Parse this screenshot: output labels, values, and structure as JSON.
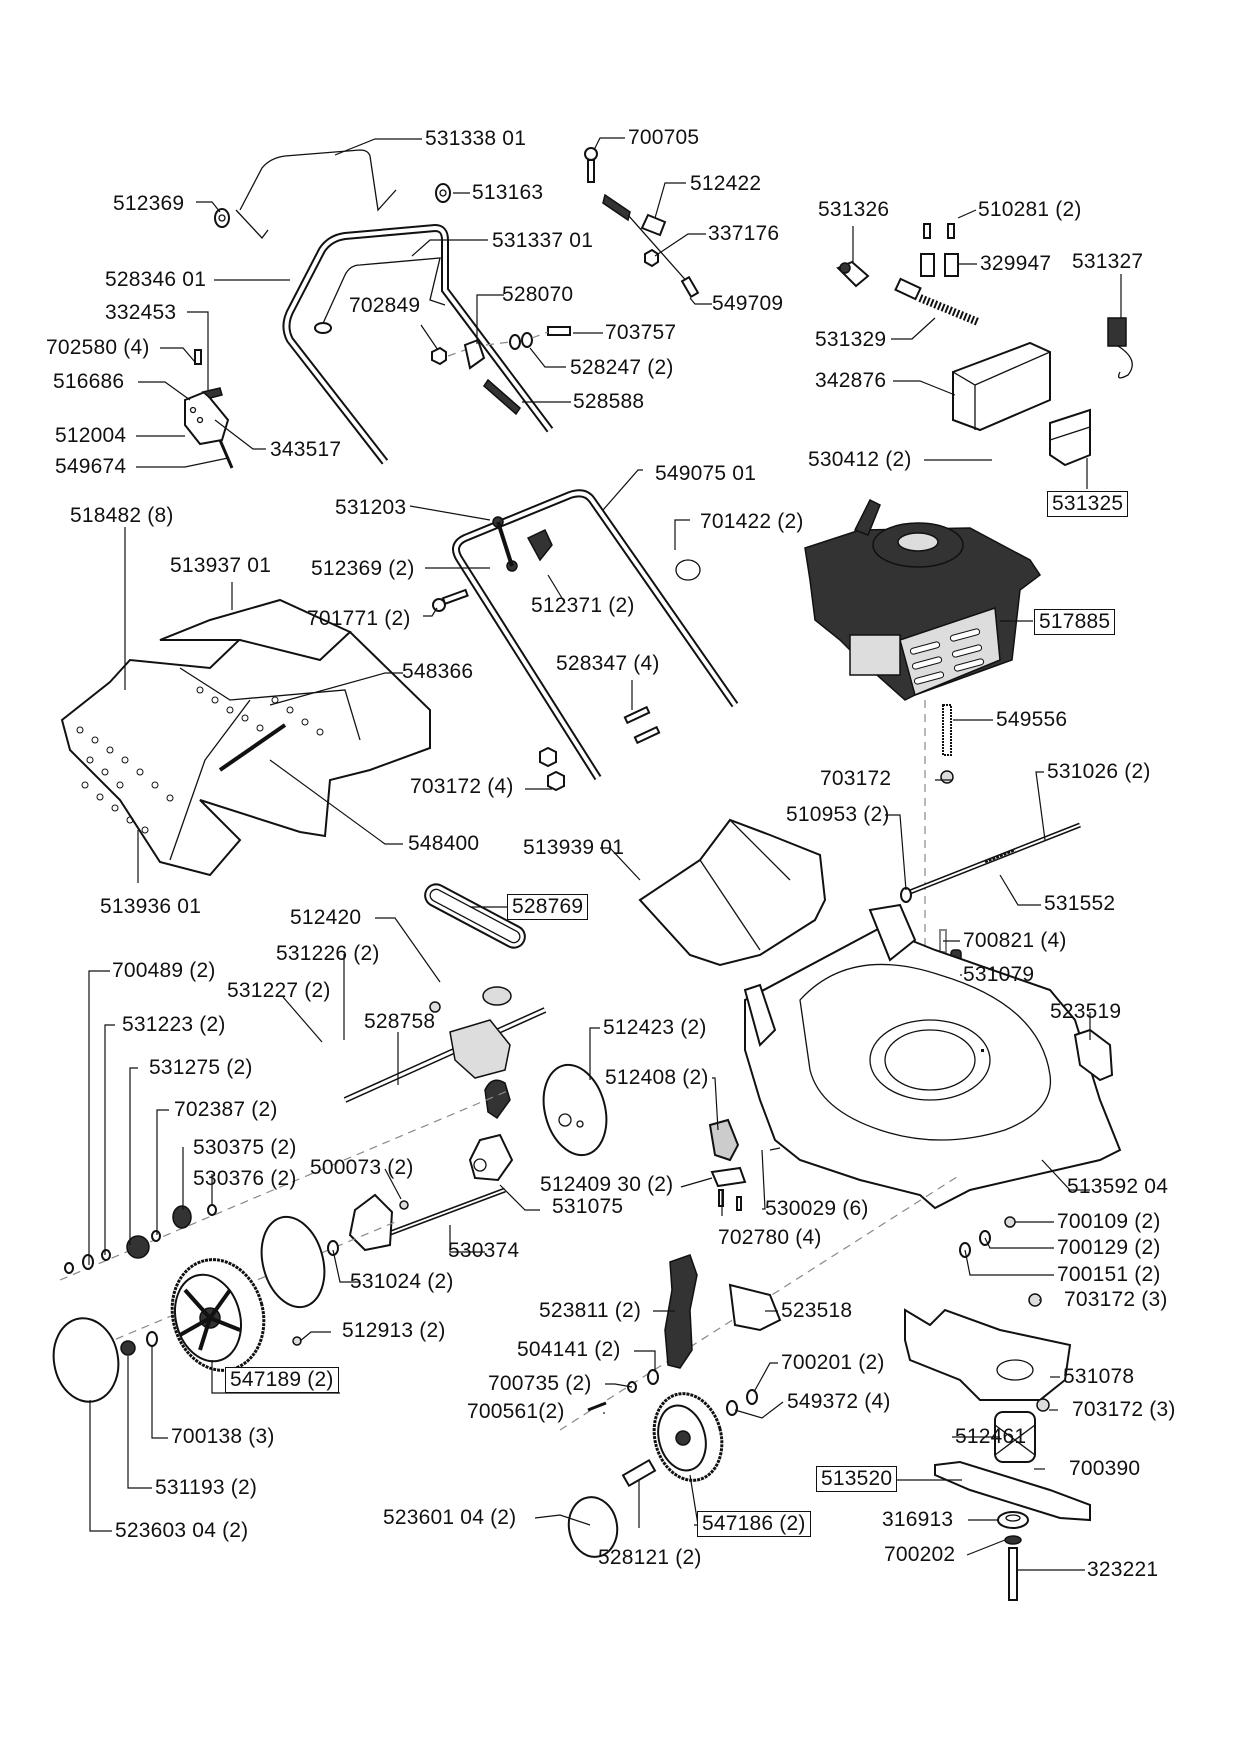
{
  "diagram": {
    "type": "exploded-parts-diagram",
    "subject": "lawn mower",
    "labels": [
      {
        "id": "531338-01",
        "text": "531338 01",
        "boxed": false
      },
      {
        "id": "513163",
        "text": "513163",
        "boxed": false
      },
      {
        "id": "512369",
        "text": "512369",
        "boxed": false
      },
      {
        "id": "531337-01",
        "text": "531337 01",
        "boxed": false
      },
      {
        "id": "528346-01",
        "text": "528346 01",
        "boxed": false
      },
      {
        "id": "332453",
        "text": "332453",
        "boxed": false
      },
      {
        "id": "702580",
        "text": "702580 (4)",
        "boxed": false
      },
      {
        "id": "516686",
        "text": "516686",
        "boxed": false
      },
      {
        "id": "512004",
        "text": "512004",
        "boxed": false
      },
      {
        "id": "549674",
        "text": "549674",
        "boxed": false
      },
      {
        "id": "343517",
        "text": "343517",
        "boxed": false
      },
      {
        "id": "702849",
        "text": "702849",
        "boxed": false
      },
      {
        "id": "528070",
        "text": "528070",
        "boxed": false
      },
      {
        "id": "703757",
        "text": "703757",
        "boxed": false
      },
      {
        "id": "528247",
        "text": "528247 (2)",
        "boxed": false
      },
      {
        "id": "528588",
        "text": "528588",
        "boxed": false
      },
      {
        "id": "700705",
        "text": "700705",
        "boxed": false
      },
      {
        "id": "512422",
        "text": "512422",
        "boxed": false
      },
      {
        "id": "337176",
        "text": "337176",
        "boxed": false
      },
      {
        "id": "549709",
        "text": "549709",
        "boxed": false
      },
      {
        "id": "531326",
        "text": "531326",
        "boxed": false
      },
      {
        "id": "510281",
        "text": "510281 (2)",
        "boxed": false
      },
      {
        "id": "329947",
        "text": "329947",
        "boxed": false
      },
      {
        "id": "531327",
        "text": "531327",
        "boxed": false
      },
      {
        "id": "531329",
        "text": "531329",
        "boxed": false
      },
      {
        "id": "342876",
        "text": "342876",
        "boxed": false
      },
      {
        "id": "530412",
        "text": "530412 (2)",
        "boxed": false
      },
      {
        "id": "531325",
        "text": "531325",
        "boxed": true
      },
      {
        "id": "518482",
        "text": "518482 (8)",
        "boxed": false
      },
      {
        "id": "513937-01",
        "text": "513937 01",
        "boxed": false
      },
      {
        "id": "531203",
        "text": "531203",
        "boxed": false
      },
      {
        "id": "512369-2",
        "text": "512369 (2)",
        "boxed": false
      },
      {
        "id": "701771",
        "text": "701771 (2)",
        "boxed": false
      },
      {
        "id": "549075-01",
        "text": "549075 01",
        "boxed": false
      },
      {
        "id": "701422",
        "text": "701422 (2)",
        "boxed": false
      },
      {
        "id": "512371",
        "text": "512371 (2)",
        "boxed": false
      },
      {
        "id": "548366",
        "text": "548366",
        "boxed": false
      },
      {
        "id": "528347",
        "text": "528347 (4)",
        "boxed": false
      },
      {
        "id": "703172-4",
        "text": "703172 (4)",
        "boxed": false
      },
      {
        "id": "548400",
        "text": "548400",
        "boxed": false
      },
      {
        "id": "513936-01",
        "text": "513936 01",
        "boxed": false
      },
      {
        "id": "517885",
        "text": "517885",
        "boxed": true
      },
      {
        "id": "549556",
        "text": "549556",
        "boxed": false
      },
      {
        "id": "703172",
        "text": "703172",
        "boxed": false
      },
      {
        "id": "531026",
        "text": "531026 (2)",
        "boxed": false
      },
      {
        "id": "510953",
        "text": "510953 (2)",
        "boxed": false
      },
      {
        "id": "513939-01",
        "text": "513939 01",
        "boxed": false
      },
      {
        "id": "531552",
        "text": "531552",
        "boxed": false
      },
      {
        "id": "700821",
        "text": "700821 (4)",
        "boxed": false
      },
      {
        "id": "531079",
        "text": "531079",
        "boxed": false
      },
      {
        "id": "523519",
        "text": "523519",
        "boxed": false
      },
      {
        "id": "512420",
        "text": "512420",
        "boxed": false
      },
      {
        "id": "528769",
        "text": "528769",
        "boxed": true
      },
      {
        "id": "531226",
        "text": "531226 (2)",
        "boxed": false
      },
      {
        "id": "700489",
        "text": "700489 (2)",
        "boxed": false
      },
      {
        "id": "531227",
        "text": "531227 (2)",
        "boxed": false
      },
      {
        "id": "531223",
        "text": "531223 (2)",
        "boxed": false
      },
      {
        "id": "528758",
        "text": "528758",
        "boxed": false
      },
      {
        "id": "512423",
        "text": "512423 (2)",
        "boxed": false
      },
      {
        "id": "531275",
        "text": "531275 (2)",
        "boxed": false
      },
      {
        "id": "512408",
        "text": "512408 (2)",
        "boxed": false
      },
      {
        "id": "702387",
        "text": "702387 (2)",
        "boxed": false
      },
      {
        "id": "530375",
        "text": "530375 (2)",
        "boxed": false
      },
      {
        "id": "500073",
        "text": "500073 (2)",
        "boxed": false
      },
      {
        "id": "530376",
        "text": "530376 (2)",
        "boxed": false
      },
      {
        "id": "512409-30",
        "text": "512409 30 (2)",
        "boxed": false
      },
      {
        "id": "531075",
        "text": "531075",
        "boxed": false
      },
      {
        "id": "530029",
        "text": "530029 (6)",
        "boxed": false
      },
      {
        "id": "513592-04",
        "text": "513592 04",
        "boxed": false
      },
      {
        "id": "530374",
        "text": "530374",
        "boxed": false
      },
      {
        "id": "702780",
        "text": "702780 (4)",
        "boxed": false
      },
      {
        "id": "700109",
        "text": "700109 (2)",
        "boxed": false
      },
      {
        "id": "700129",
        "text": "700129 (2)",
        "boxed": false
      },
      {
        "id": "531024",
        "text": "531024 (2)",
        "boxed": false
      },
      {
        "id": "700151",
        "text": "700151 (2)",
        "boxed": false
      },
      {
        "id": "703172-3a",
        "text": "703172 (3)",
        "boxed": false
      },
      {
        "id": "523811",
        "text": "523811 (2)",
        "boxed": false
      },
      {
        "id": "523518",
        "text": "523518",
        "boxed": false
      },
      {
        "id": "512913",
        "text": "512913 (2)",
        "boxed": false
      },
      {
        "id": "504141",
        "text": "504141 (2)",
        "boxed": false
      },
      {
        "id": "547189",
        "text": "547189 (2)",
        "boxed": true
      },
      {
        "id": "700201",
        "text": "700201 (2)",
        "boxed": false
      },
      {
        "id": "531078",
        "text": "531078",
        "boxed": false
      },
      {
        "id": "700735",
        "text": "700735 (2)",
        "boxed": false
      },
      {
        "id": "549372",
        "text": "549372 (4)",
        "boxed": false
      },
      {
        "id": "700561",
        "text": "700561(2)",
        "boxed": false
      },
      {
        "id": "703172-3b",
        "text": "703172 (3)",
        "boxed": false
      },
      {
        "id": "700138",
        "text": "700138 (3)",
        "boxed": false
      },
      {
        "id": "512461",
        "text": "512461",
        "boxed": false
      },
      {
        "id": "700390",
        "text": "700390",
        "boxed": false
      },
      {
        "id": "513520",
        "text": "513520",
        "boxed": true
      },
      {
        "id": "531193",
        "text": "531193 (2)",
        "boxed": false
      },
      {
        "id": "523601-04",
        "text": "523601 04 (2)",
        "boxed": false
      },
      {
        "id": "547186",
        "text": "547186 (2)",
        "boxed": true
      },
      {
        "id": "316913",
        "text": "316913",
        "boxed": false
      },
      {
        "id": "523603-04",
        "text": "523603 04 (2)",
        "boxed": false
      },
      {
        "id": "528121",
        "text": "528121 (2)",
        "boxed": false
      },
      {
        "id": "700202",
        "text": "700202",
        "boxed": false
      },
      {
        "id": "323221",
        "text": "323221",
        "boxed": false
      }
    ]
  }
}
